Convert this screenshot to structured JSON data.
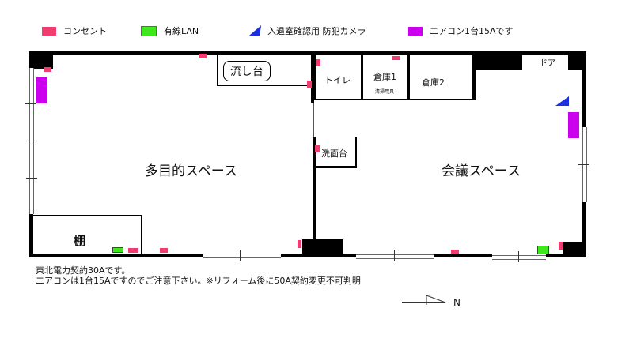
{
  "legend": {
    "items": [
      {
        "icon": "outlet-swatch",
        "color": "#f03c6e",
        "label": "コンセント"
      },
      {
        "icon": "lan-swatch",
        "color": "#3ee81a",
        "label": "有線LAN"
      },
      {
        "icon": "camera-triangle",
        "color": "#1b2fe0",
        "label": "入退室確認用 防犯カメラ"
      },
      {
        "icon": "aircon-swatch",
        "color": "#cc00ee",
        "label": "エアコン1台15Aです"
      }
    ]
  },
  "rooms": {
    "multipurpose": "多目的スペース",
    "meeting": "会議スペース",
    "sink": "流し台",
    "toilet": "トイレ",
    "storage1": "倉庫1",
    "storage1_note": "清掃用具",
    "storage2": "倉庫2",
    "door": "ドア",
    "washbasin": "洗面台",
    "shelf": "棚"
  },
  "notes": {
    "line1": "東北電力契約30Aです。",
    "line2": "エアコンは1台15Aですのでご注意下さい。※リフォーム後に50A契約変更不可判明"
  },
  "compass": {
    "label": "N"
  }
}
